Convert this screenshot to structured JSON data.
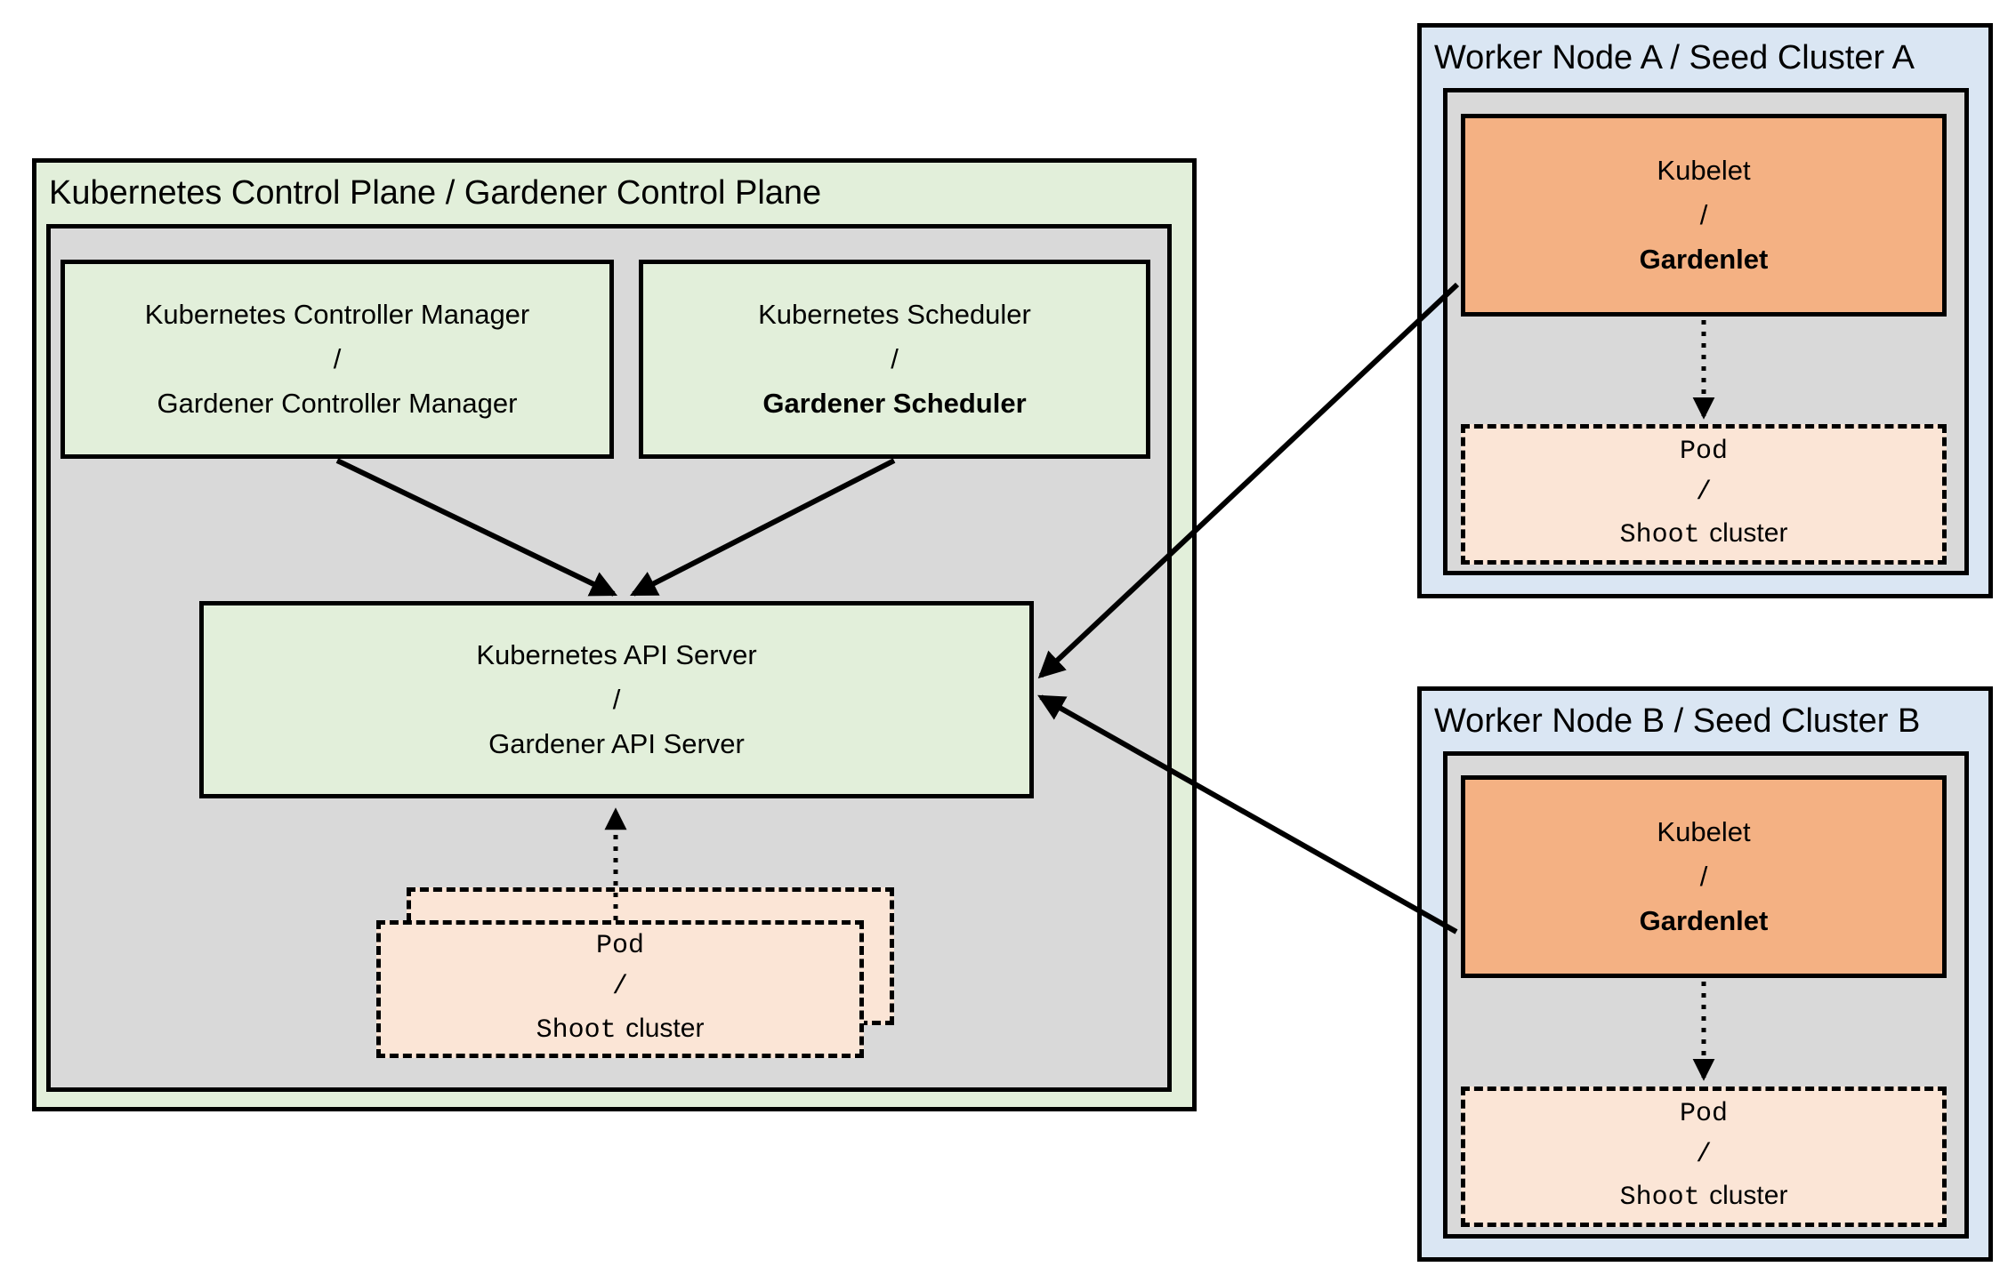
{
  "control_plane": {
    "title": "Kubernetes Control Plane / Gardener Control Plane",
    "controller_manager": {
      "line1": "Kubernetes Controller Manager",
      "separator": "/",
      "line2": "Gardener Controller Manager"
    },
    "scheduler": {
      "line1": "Kubernetes Scheduler",
      "separator": "/",
      "line2": "Gardener Scheduler"
    },
    "api_server": {
      "line1": "Kubernetes API Server",
      "separator": "/",
      "line2": "Gardener API Server"
    },
    "pod_stack": {
      "line1": "Pod",
      "separator": "/",
      "line2_mono": "Shoot",
      "line2_sans": "cluster"
    }
  },
  "workers": [
    {
      "title": "Worker Node A / Seed Cluster A",
      "kubelet": {
        "line1": "Kubelet",
        "separator": "/",
        "line2": "Gardenlet"
      },
      "pod": {
        "line1": "Pod",
        "separator": "/",
        "line2_mono": "Shoot",
        "line2_sans": "cluster"
      }
    },
    {
      "title": "Worker Node B / Seed Cluster B",
      "kubelet": {
        "line1": "Kubelet",
        "separator": "/",
        "line2": "Gardenlet"
      },
      "pod": {
        "line1": "Pod",
        "separator": "/",
        "line2_mono": "Shoot",
        "line2_sans": "cluster"
      }
    }
  ],
  "colors": {
    "green": "#E2EFDA",
    "gray": "#D9D9D9",
    "blue": "#DAE6F3",
    "orange": "#F4B183",
    "peach": "#FBE5D6",
    "line": "#000000",
    "bg": "#FFFFFF"
  }
}
